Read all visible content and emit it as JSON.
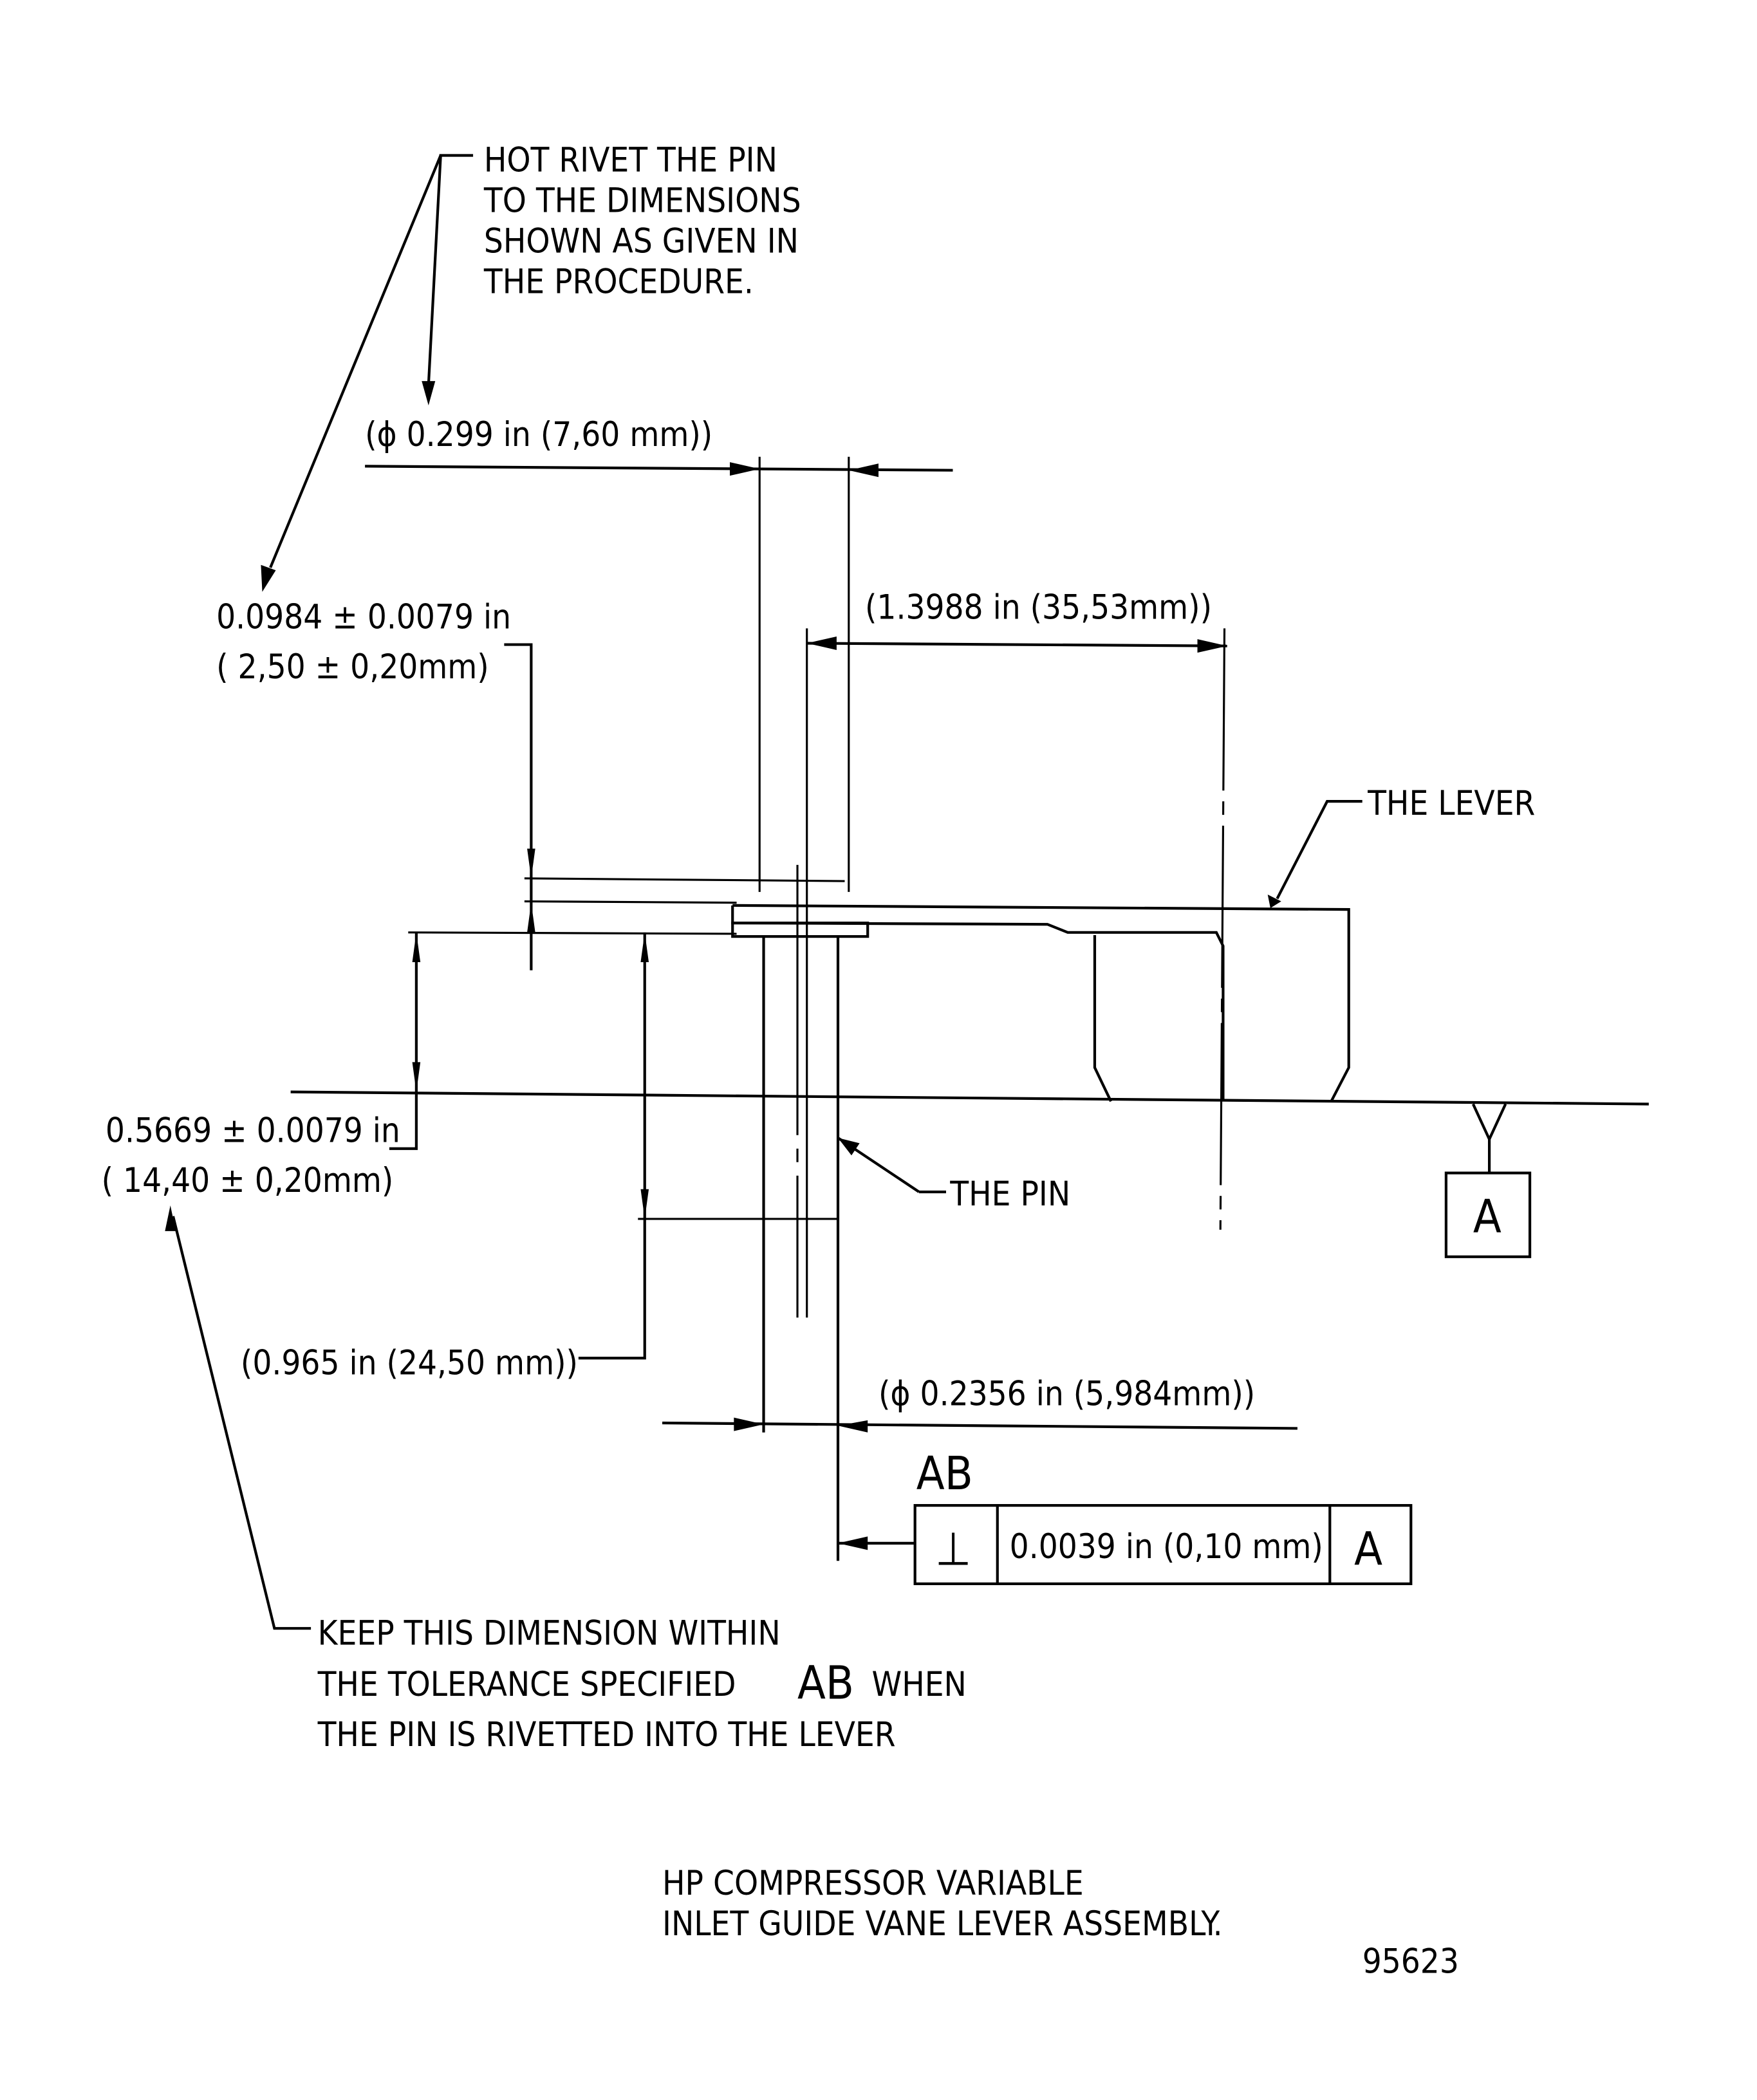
{
  "notes": {
    "hot_rivet": [
      "HOT RIVET THE PIN",
      "TO THE DIMENSIONS",
      "SHOWN AS GIVEN IN",
      "THE PROCEDURE."
    ],
    "keep_dimension": [
      "KEEP THIS DIMENSION WITHIN",
      "THE TOLERANCE SPECIFIED",
      "AB",
      "WHEN",
      "THE PIN IS RIVETTED INTO THE LEVER"
    ]
  },
  "dimensions": {
    "head_diameter": "(ϕ 0.299 in (7,60 mm))",
    "length_1": "(1.3988 in (35,53mm))",
    "head_height_in": "0.0984 ± 0.0079 in",
    "head_height_mm": "( 2,50 ± 0,20mm)",
    "height_in": "0.5669 ± 0.0079 in",
    "height_mm": "( 14,40 ± 0,20mm)",
    "pin_length": "(0.965 in (24,50 mm))",
    "pin_diameter": "(ϕ 0.2356 in (5,984mm))"
  },
  "labels": {
    "lever": "THE LEVER",
    "pin": "THE PIN",
    "datum": "A",
    "tolerance_ref": "AB"
  },
  "feature_control_frame": {
    "symbol": "⊥",
    "symbol_name": "perpendicularity",
    "tolerance": "0.0039 in (0,10 mm)",
    "datum": "A"
  },
  "title": [
    "HP COMPRESSOR VARIABLE",
    "INLET GUIDE VANE LEVER ASSEMBLY."
  ],
  "figure_number": "95623"
}
